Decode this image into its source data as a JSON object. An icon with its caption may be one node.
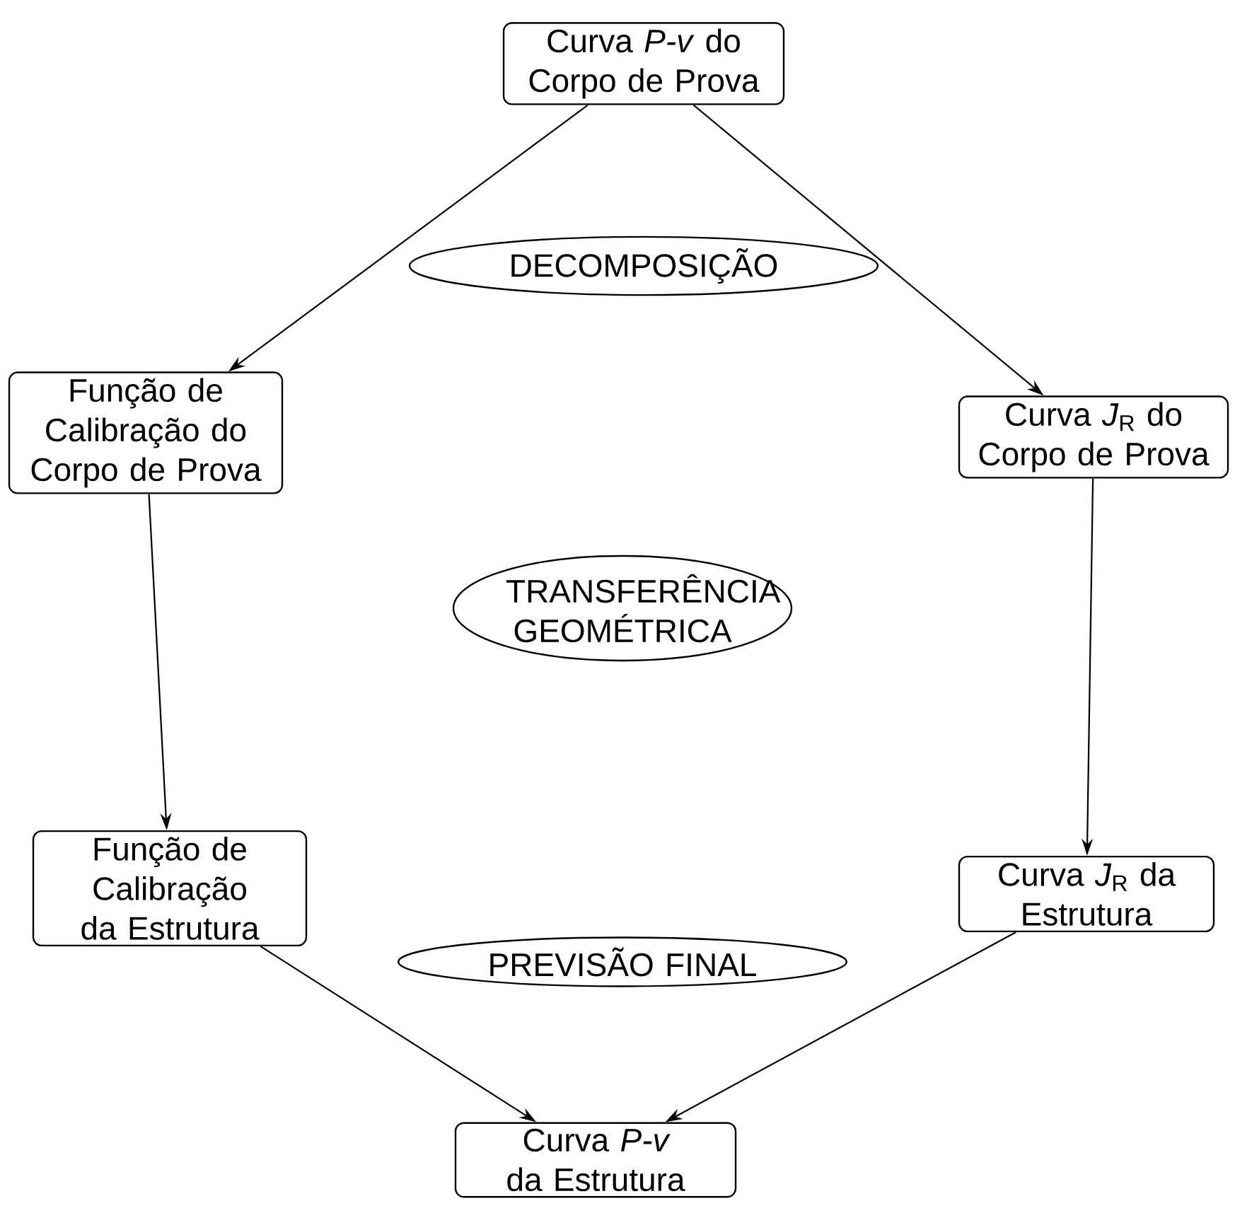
{
  "diagram": {
    "nodes": [
      {
        "text": [
          "Curva *P-v* do Corpo de Prova"
        ]
      },
      {
        "text": [
          "Função de Calibração do Corpo de Prova"
        ]
      },
      {
        "text": [
          "Curva *J*$_{R}$ do Corpo de Prova"
        ]
      },
      {
        "text": [
          "Função de Calibração da Estrutura"
        ]
      },
      {
        "text": [
          "Curva *J*$_{R}$ da Estrutura"
        ]
      },
      {
        "text": [
          "Curva *P-v* da Estrutura"
        ]
      },
      {
        "text": [
          "DECOMPOSIÇÃO"
        ]
      },
      {
        "text": [
          "TRANSFERÊNCIA GEOMÉTRICA"
        ]
      },
      {
        "text": [
          "PREVISÃO FINAL"
        ]
      }
    ],
    "edges": [
      {
        "from": 0,
        "to": 1,
        "arrow": "to"
      },
      {
        "from": 0,
        "to": 2,
        "arrow": "to"
      },
      {
        "from": 1,
        "to": 3,
        "arrow": "to"
      },
      {
        "from": 2,
        "to": 4,
        "arrow": "to"
      },
      {
        "from": 3,
        "to": 5,
        "arrow": "to"
      },
      {
        "from": 4,
        "to": 5,
        "arrow": "to"
      }
    ]
  }
}
